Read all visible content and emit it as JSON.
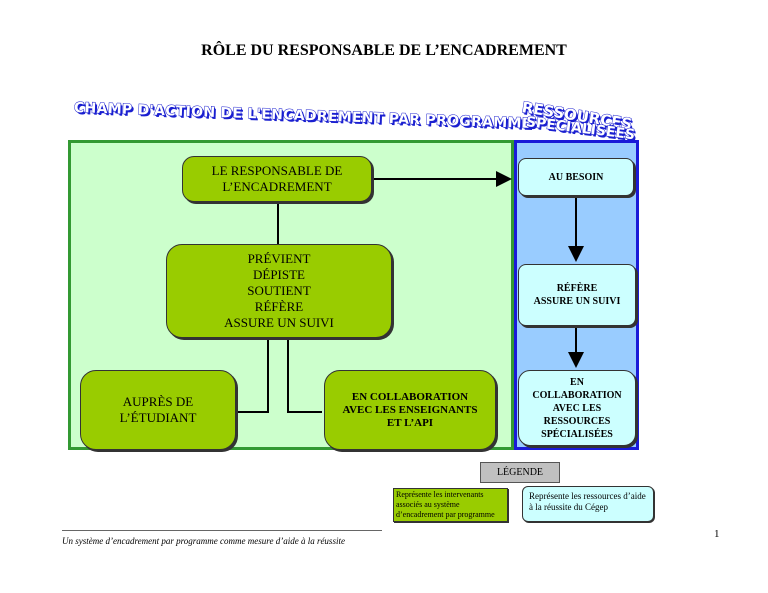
{
  "page": {
    "title": "RÔLE DU RESPONSABLE DE L’ENCADREMENT",
    "footer": "Un système d’encadrement par programme comme mesure d’aide à la réussite",
    "page_number": "1"
  },
  "headings": {
    "champ": "CHAMP D'ACTION DE L'ENCADREMENT PAR PROGRAMME",
    "ressources_line1": "RESSOURCES",
    "ressources_line2": "SPÉCIALISÉES"
  },
  "green_boxes": {
    "responsable": "LE RESPONSABLE DE\nL’ENCADREMENT",
    "actions": "PRÉVIENT\nDÉPISTE\nSOUTIENT\nRÉFÈRE\nASSURE UN SUIVI",
    "aupres": "AUPRÈS DE\nL’ÉTUDIANT",
    "collaboration": "EN COLLABORATION\nAVEC LES ENSEIGNANTS\nET L’API"
  },
  "blue_boxes": {
    "besoin": "AU BESOIN",
    "refere": "RÉFÈRE\nASSURE UN SUIVI",
    "collaboration": "EN\nCOLLABORATION\nAVEC LES\nRESSOURCES\nSPÉCIALISÉES"
  },
  "legend": {
    "heading": "LÉGENDE",
    "green": "Représente les intervenants associés au système d’encadrement par programme",
    "blue": "Représente les ressources d’aide à la réussite du Cégep"
  },
  "colors": {
    "green_area": "#ccffcc",
    "green_box": "#99cc00",
    "blue_area": "#99ccff",
    "blue_box": "#ccffff",
    "wordart_outline": "#1a1fd0"
  }
}
